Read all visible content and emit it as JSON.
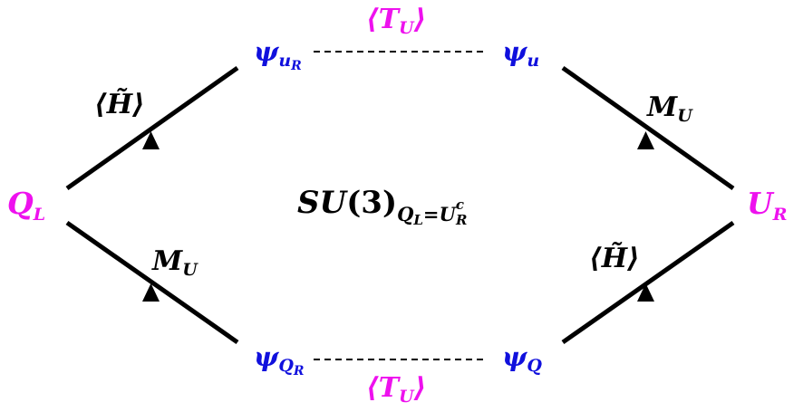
{
  "colors": {
    "magenta": "#ee11ee",
    "blue": "#1010dd",
    "line": "#000000"
  },
  "nodes": {
    "q_l": {
      "base": "Q",
      "sub": "L"
    },
    "u_r": {
      "base": "U",
      "sub": "R"
    },
    "psi_u_r": {
      "base": "ψ",
      "sub": "u",
      "subsub": "R"
    },
    "psi_u": {
      "base": "ψ",
      "sub": "u"
    },
    "psi_q_r": {
      "base": "ψ",
      "sub": "Q",
      "subsub": "R"
    },
    "psi_q": {
      "base": "ψ",
      "sub": "Q"
    }
  },
  "edge_labels": {
    "t_u_top": {
      "base": "⟨T",
      "sub": "U",
      "close": "⟩"
    },
    "t_u_bottom": {
      "base": "⟨T",
      "sub": "U",
      "close": "⟩"
    },
    "h_left": "⟨H̃⟩",
    "h_right": "⟨H̃⟩",
    "m_u_right": {
      "base": "M",
      "sub": "U"
    },
    "m_u_left": {
      "base": "M",
      "sub": "U"
    }
  },
  "center_label": {
    "base": "SU",
    "paren": "(3)",
    "sub_a": "Q",
    "sub_a_sub": "L",
    "eq": "=",
    "sub_b": "U",
    "sub_b_sup": "c",
    "sub_b_sub": "R"
  }
}
